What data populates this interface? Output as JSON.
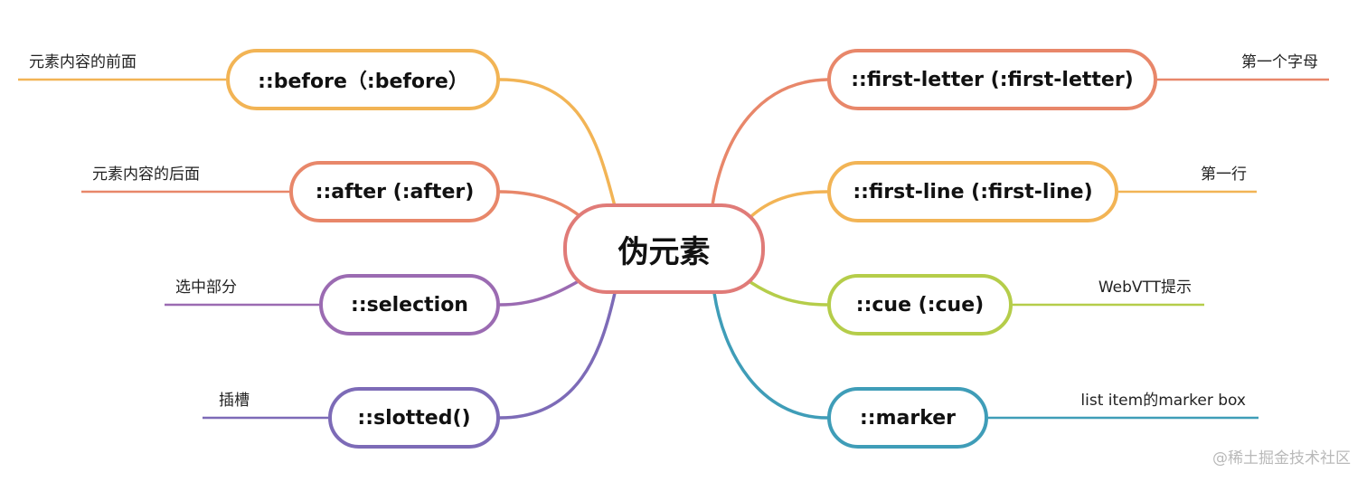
{
  "center": {
    "label": "伪元素",
    "color": "#e07b78"
  },
  "left": [
    {
      "label": "::before（:before）",
      "note": "元素内容的前面",
      "color": "#f2b455"
    },
    {
      "label": "::after (:after)",
      "note": "元素内容的后面",
      "color": "#e8876a"
    },
    {
      "label": "::selection",
      "note": "选中部分",
      "color": "#9b6bb2"
    },
    {
      "label": "::slotted()",
      "note": "插槽",
      "color": "#7d6bb7"
    }
  ],
  "right": [
    {
      "label": "::first-letter (:first-letter)",
      "note": "第一个字母",
      "color": "#e8876a"
    },
    {
      "label": "::first-line (:first-line)",
      "note": "第一行",
      "color": "#f2b455"
    },
    {
      "label": "::cue (:cue)",
      "note": "WebVTT提示",
      "color": "#b5cd4a"
    },
    {
      "label": "::marker",
      "note": "list item的marker box",
      "color": "#3f9db8"
    }
  ],
  "watermark": "@稀土掘金技术社区"
}
